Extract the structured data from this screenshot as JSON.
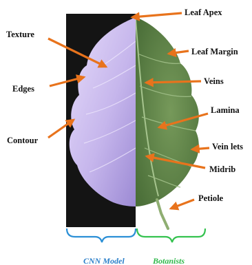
{
  "labels": {
    "leaf_apex": "Leaf Apex",
    "texture": "Texture",
    "leaf_margin": "Leaf Margin",
    "edges": "Edges",
    "veins": "Veins",
    "lamina": "Lamina",
    "contour": "Contour",
    "vein_lets": "Vein lets",
    "midrib": "Midrib",
    "petiole": "Petiole"
  },
  "captions": {
    "left": "CNN Model",
    "right": "Botanists"
  },
  "colors": {
    "arrow": "#e8731c",
    "cnn_caption": "#2a7fc9",
    "botanist_caption": "#2fb84a",
    "cnn_bracket": "#2a8fd6",
    "botanist_bracket": "#34c24f",
    "cnn_background": "#141414",
    "cnn_leaf": "#c9b8ee",
    "botanist_leaf": "#6b9150"
  }
}
